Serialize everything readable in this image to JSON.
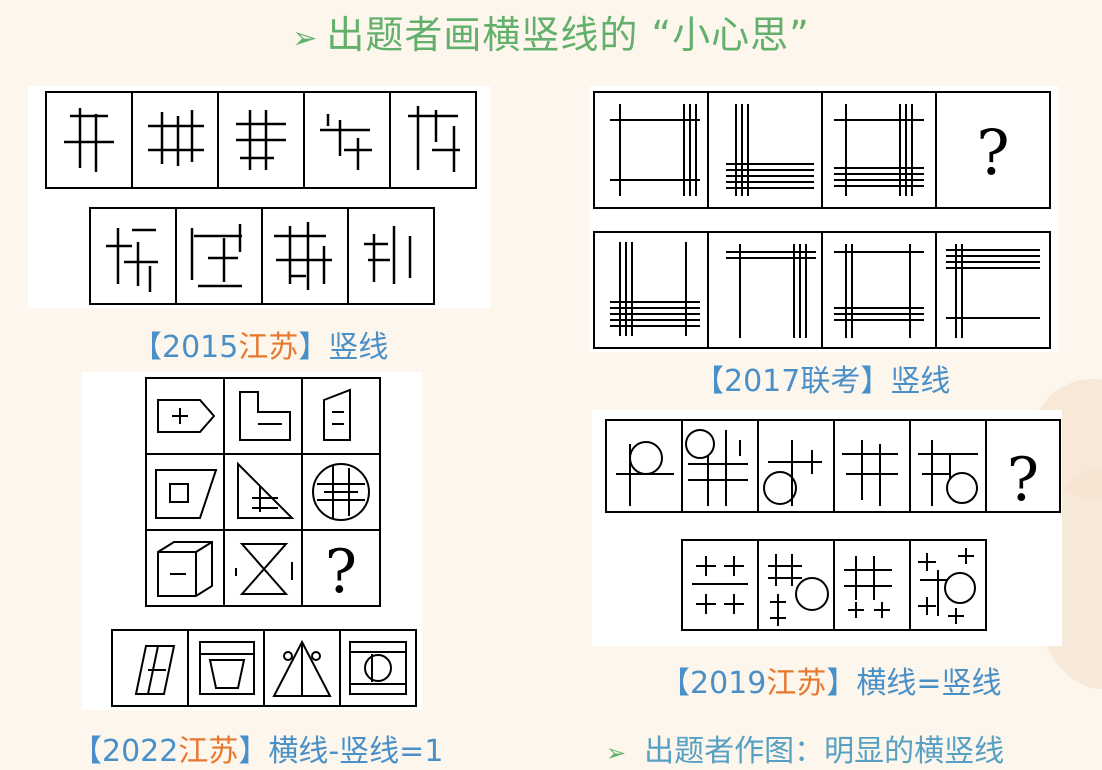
{
  "title": {
    "arrow": "➢",
    "text": "出题者画横竖线的 “小心思”"
  },
  "captions": {
    "p2015": {
      "open": "【2015",
      "hl": "江苏",
      "close": "】竖线"
    },
    "p2017": {
      "text": "【2017联考】竖线"
    },
    "p2022": {
      "open": "【2022",
      "hl": "江苏",
      "close": "】横线-竖线=1"
    },
    "p2019": {
      "open": "【2019",
      "hl": "江苏",
      "close": "】横线=竖线"
    }
  },
  "question_mark": "?",
  "bullet": {
    "arrow": "➢",
    "text": "出题者作图：明显的横竖线"
  },
  "colors": {
    "title": "#62b06b",
    "caption": "#4a90c8",
    "highlight": "#e8772e",
    "background": "#fdf6ec"
  }
}
